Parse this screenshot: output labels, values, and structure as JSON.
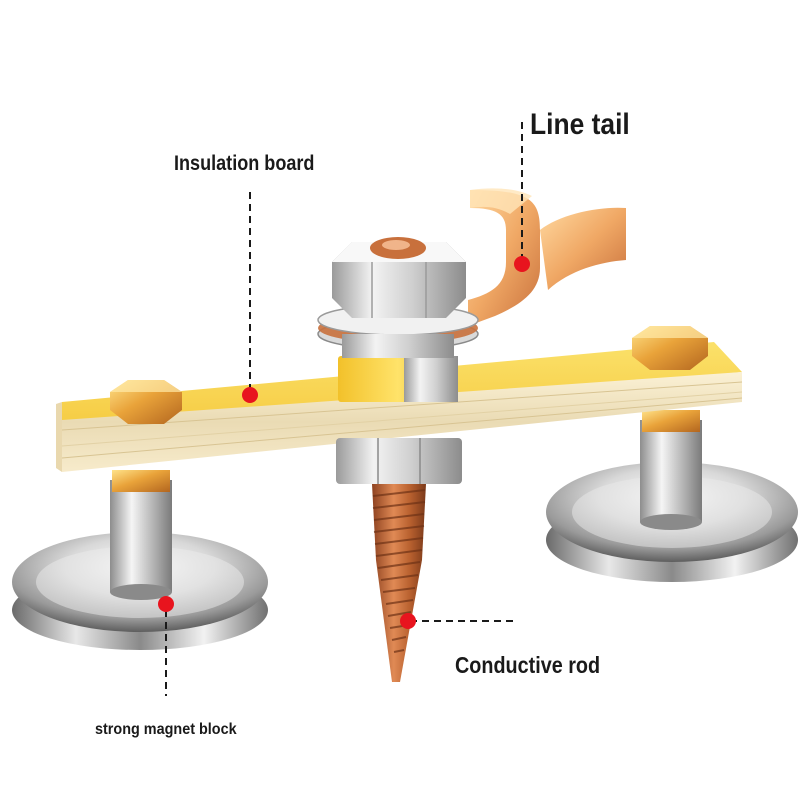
{
  "labels": {
    "line_tail": "Line tail",
    "insulation_board": "Insulation board",
    "conductive_rod": "Conductive rod",
    "magnet_block": "strong magnet block"
  },
  "colors": {
    "board_top": "#f9d24a",
    "board_edge": "#f2e6c4",
    "copper": "#c8703c",
    "marker": "#e8141e",
    "chrome": "#c9c9c9"
  }
}
